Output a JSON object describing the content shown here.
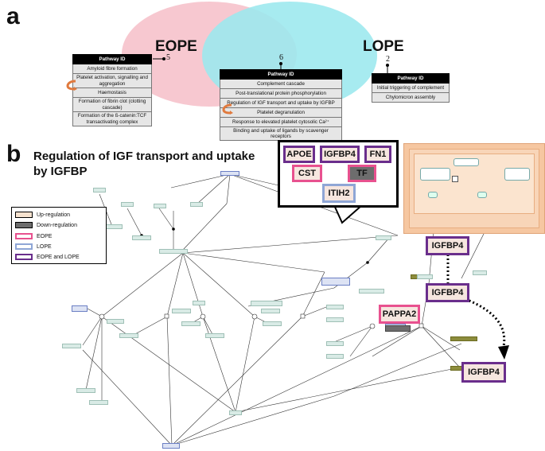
{
  "panels": {
    "a": "a",
    "b": "b"
  },
  "venn": {
    "eope_label": "EOPE",
    "lope_label": "LOPE",
    "eope_count": "5",
    "shared_count": "6",
    "lope_count": "2",
    "colors": {
      "eope": "#f7c8d0",
      "lope": "#9be8ee",
      "overlap": "#a8dfe6"
    }
  },
  "tables": {
    "header": "Pathway ID",
    "eope": [
      "Amyloid fibre formation",
      "Platelet activation, signalling and aggregation",
      "Haemostasis",
      "Formation of fibrin clot (clotting cascade)",
      "Formation of the ß-catenin:TCF transactivating complex"
    ],
    "shared": [
      "Complement cascade",
      "Post-translational protein phosphorylation",
      "Regulation of IGF transport and uptake by IGFBP",
      "Platelet degranulation",
      "Response to elevated platelet cytosolic Ca²⁺",
      "Binding and uptake of ligands by scavenger receptors"
    ],
    "lope": [
      "Initial triggering of complement",
      "Chylomicron assembly"
    ]
  },
  "diagram": {
    "title_line1": "Regulation of IGF transport and uptake",
    "title_line2": "by IGFBP",
    "callout_genes": [
      "APOE",
      "IGFBP4",
      "FN1",
      "CST",
      "TF",
      "ITIH2"
    ],
    "genes_right": [
      "IGFBP4",
      "IGFBP4",
      "PAPPA2",
      "IGFBP4"
    ]
  },
  "legend": {
    "items": [
      {
        "label": "Up-regulation",
        "color": "#f6e2cf"
      },
      {
        "label": "Down-regulation",
        "color": "#6d6d6d"
      },
      {
        "label": "EOPE",
        "color": "#e8518f"
      },
      {
        "label": "LOPE",
        "color": "#8fa6d6"
      },
      {
        "label": "EOPE and LOPE",
        "color": "#6a2e8c"
      }
    ]
  }
}
